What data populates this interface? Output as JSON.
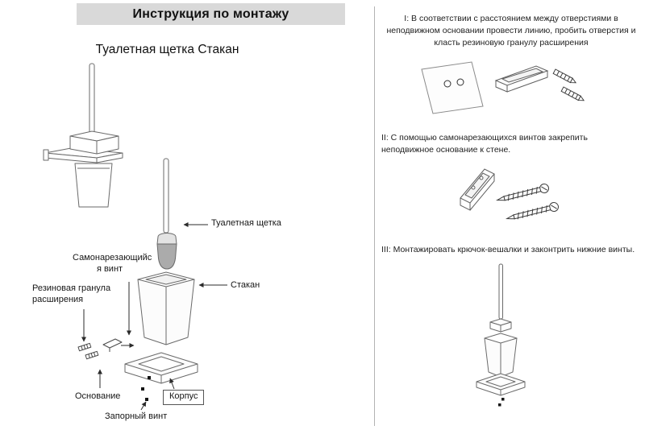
{
  "page": {
    "title": "Инструкция по монтажу",
    "subtitle": "Туалетная щетка Стакан"
  },
  "callouts": {
    "brush": "Туалетная щетка",
    "screw_l1": "Самонарезающийс",
    "screw_l2": "я винт",
    "granule_l1": "Резиновая гранула",
    "granule_l2": "расширения",
    "cup": "Стакан",
    "base": "Основание",
    "body": "Корпус",
    "lock_screw": "Запорный винт"
  },
  "steps": [
    {
      "text": "I: В соответствии с расстоянием между отверстиями в неподвижном основании провести линию, пробить отверстия и класть резиновую гранулу расширения"
    },
    {
      "text": "II: С помощью самонарезающихся винтов закрепить неподвижное основание к стене."
    },
    {
      "text": "III: Монтажировать крючок-вешалки и законтрить нижние винты."
    }
  ],
  "colors": {
    "header_bg": "#d9d9d9",
    "divider": "#b3b3b3",
    "line_art": "#6a6a6a",
    "arrow": "#2b2b2b",
    "text": "#1a1a1a"
  }
}
